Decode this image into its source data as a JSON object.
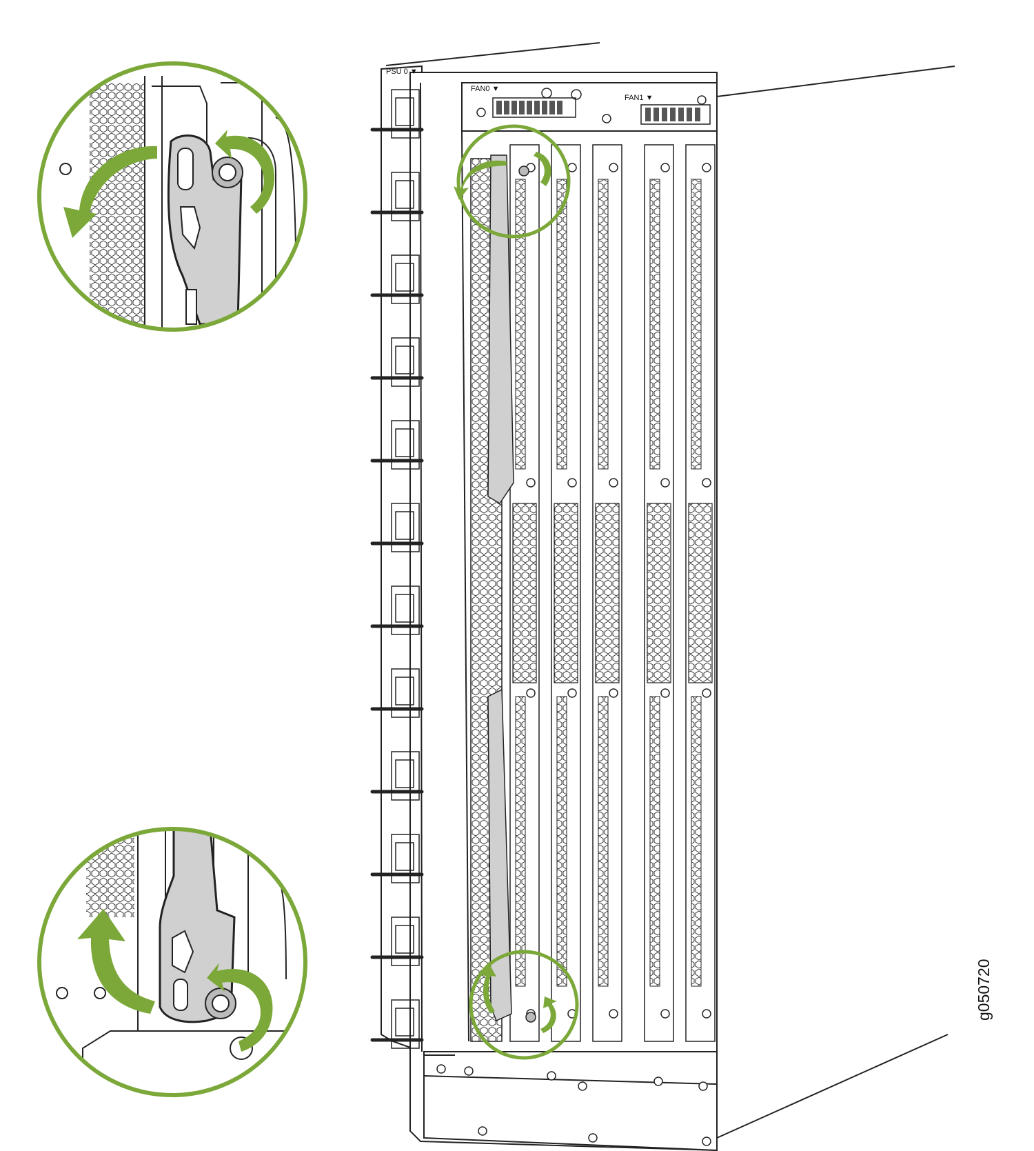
{
  "labels": {
    "psu": "PSU 0 ▼",
    "fan0": "FAN0 ▼",
    "fan1": "FAN1 ▼",
    "figure_id": "g050720"
  },
  "colors": {
    "accent": "#7BA839",
    "line": "#222222",
    "handle": "#d0d0d0",
    "background": "#ffffff"
  },
  "icons": {
    "rotate_out": "curved-arrow-left-down-icon",
    "rotate_in": "curved-arrow-up-icon",
    "screw_loosen": "curved-arrow-screw-icon"
  }
}
